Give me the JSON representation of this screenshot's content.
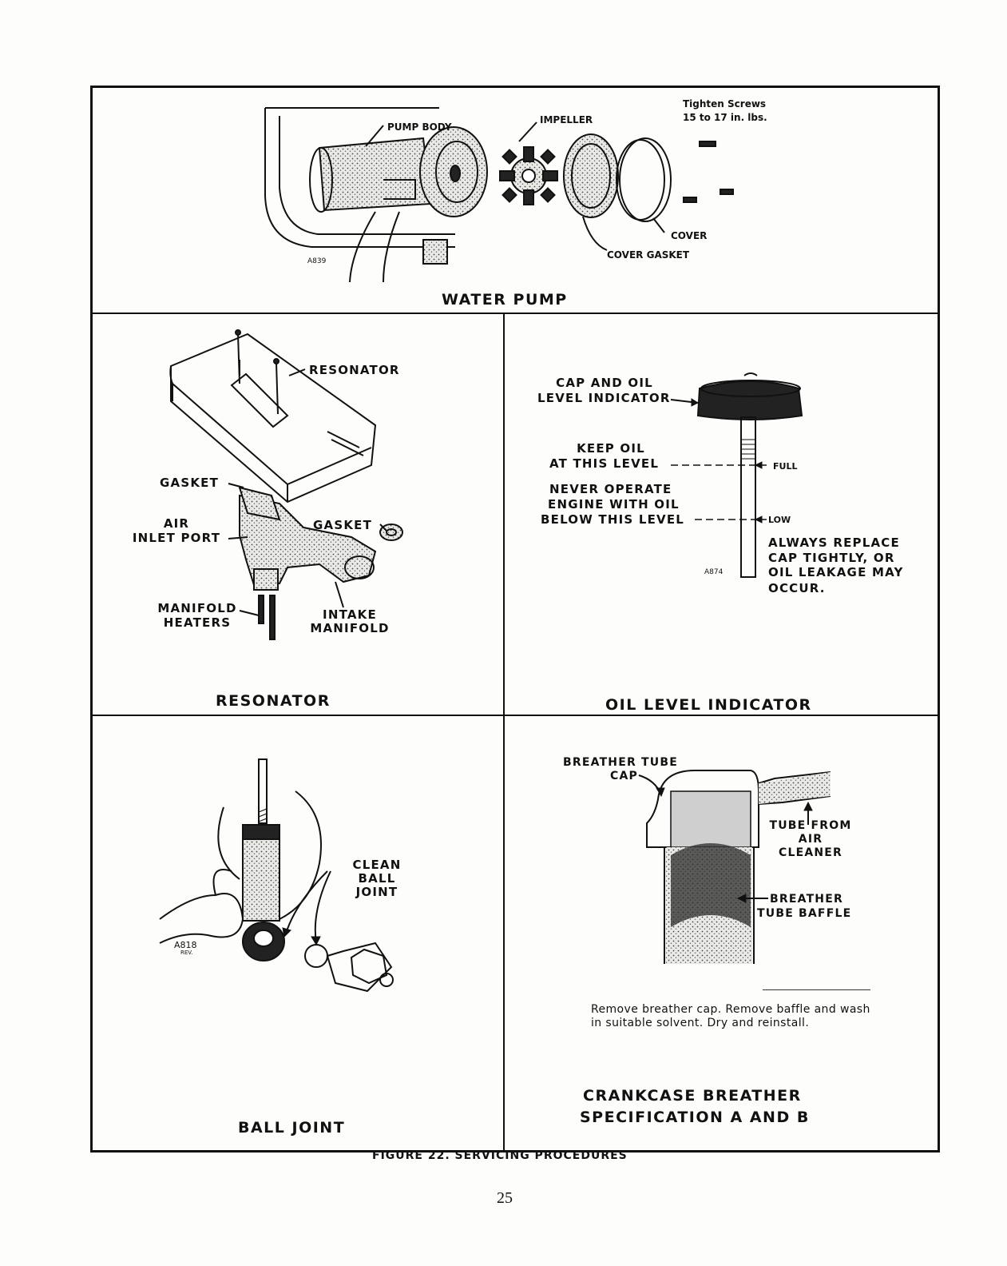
{
  "figure_caption": "FIGURE 22.  SERVICING PROCEDURES",
  "page_number": "25",
  "water_pump": {
    "title": "WATER PUMP",
    "labels": {
      "pump_body": "PUMP BODY",
      "impeller": "IMPELLER",
      "cover": "COVER",
      "cover_gasket": "COVER GASKET",
      "tighten_line1": "Tighten Screws",
      "tighten_line2": "15 to 17 in. lbs.",
      "ref": "A839"
    }
  },
  "resonator": {
    "title": "RESONATOR",
    "labels": {
      "resonator": "RESONATOR",
      "gasket_upper": "GASKET",
      "air_inlet_line1": "AIR",
      "air_inlet_line2": "INLET PORT",
      "gasket_lower": "GASKET",
      "manifold_heaters_line1": "MANIFOLD",
      "manifold_heaters_line2": "HEATERS",
      "intake_line1": "INTAKE",
      "intake_line2": "MANIFOLD"
    }
  },
  "oil_level": {
    "title": "OIL LEVEL INDICATOR",
    "labels": {
      "cap_line1": "CAP AND OIL",
      "cap_line2": "LEVEL INDICATOR",
      "keep_line1": "KEEP  OIL",
      "keep_line2": "AT THIS LEVEL",
      "never_line1": "NEVER OPERATE",
      "never_line2": "ENGINE WITH OIL",
      "never_line3": "BELOW THIS LEVEL",
      "full": "FULL",
      "low": "LOW",
      "always_line1": "ALWAYS REPLACE",
      "always_line2": "CAP TIGHTLY, OR",
      "always_line3": "OIL LEAKAGE MAY",
      "always_line4": "OCCUR.",
      "ref": "A874"
    }
  },
  "ball_joint": {
    "title": "BALL JOINT",
    "labels": {
      "clean_line1": "CLEAN",
      "clean_line2": "BALL",
      "clean_line3": "JOINT",
      "ref": "A818",
      "ref_sub": "REV."
    }
  },
  "crankcase": {
    "title_line1": "CRANKCASE BREATHER",
    "title_line2": "SPECIFICATION A AND B",
    "labels": {
      "breather_cap_line1": "BREATHER TUBE",
      "breather_cap_line2": "CAP",
      "tube_from_line1": "TUBE FROM",
      "tube_from_line2": "AIR",
      "tube_from_line3": "CLEANER",
      "baffle_line1": "BREATHER",
      "baffle_line2": "TUBE BAFFLE"
    },
    "instructions_line1": "Remove breather cap.  Remove baffle and wash",
    "instructions_line2": "in suitable solvent.  Dry and reinstall."
  }
}
